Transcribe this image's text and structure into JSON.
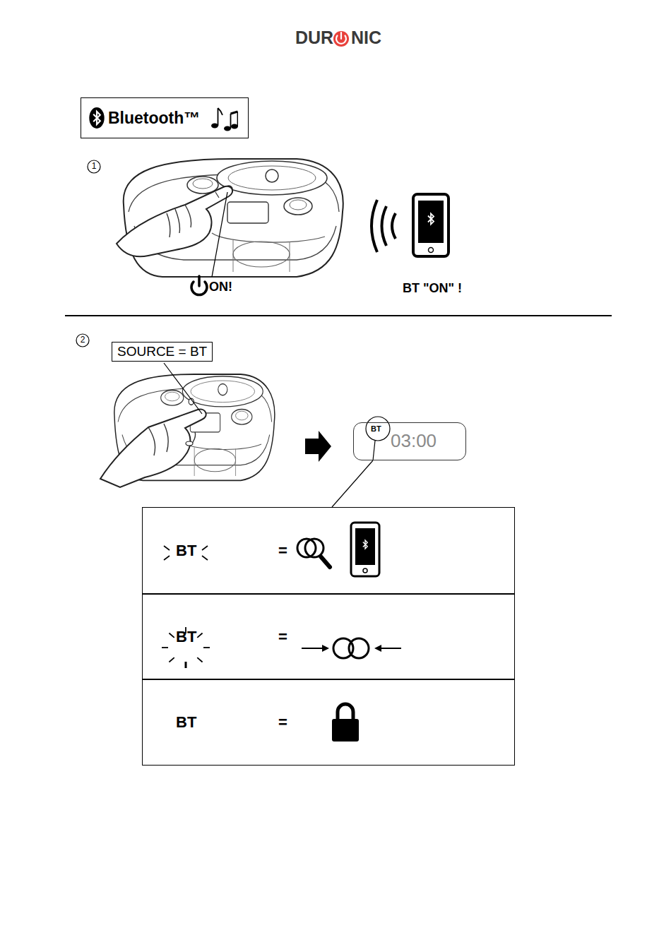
{
  "diagram": {
    "nodes": [
      {
        "text": [
          "Bluetooth™"
        ]
      },
      {
        "text": [
          "SOURCE = BT"
        ]
      },
      {
        "text": [
          "BT",
          "03:00"
        ]
      },
      {
        "text": [
          "BT",
          "="
        ]
      },
      {
        "text": [
          "BT",
          "="
        ]
      },
      {
        "text": [
          "BT",
          "="
        ]
      }
    ],
    "edges": [
      {
        "from": 2,
        "to": 3,
        "arrow": "none"
      }
    ],
    "labels": [
      "DUR",
      "NIC",
      "1",
      "ON!",
      "BT \"ON\" !",
      "2"
    ]
  }
}
